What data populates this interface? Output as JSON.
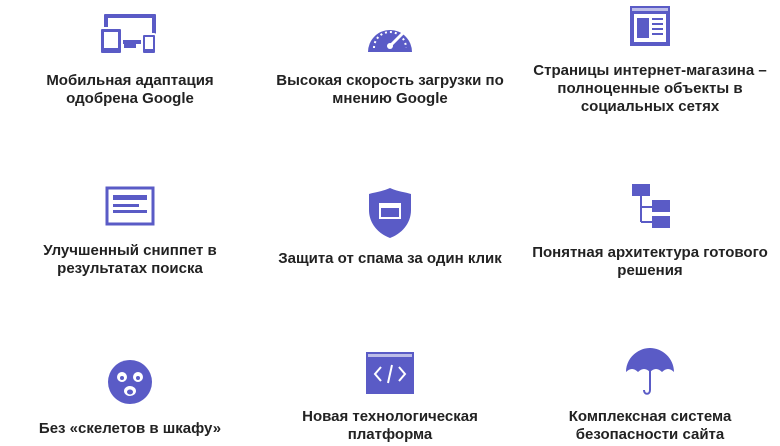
{
  "colors": {
    "accent": "#5a5bc6",
    "text": "#222222",
    "background": "#ffffff"
  },
  "features": [
    {
      "icon": "responsive-devices-icon",
      "label": "Мобильная адаптация одобрена Google"
    },
    {
      "icon": "speedometer-icon",
      "label": "Высокая скорость загрузки по мнению Google"
    },
    {
      "icon": "webpage-layout-icon",
      "label": "Страницы интернет-магазина – полноценные объекты в социальных сетях"
    },
    {
      "icon": "snippet-window-icon",
      "label": "Улучшенный сниппет в результатах поиска"
    },
    {
      "icon": "shield-icon",
      "label": "Защита от спама за один клик"
    },
    {
      "icon": "tree-structure-icon",
      "label": "Понятная архитектура готового решения"
    },
    {
      "icon": "surprised-face-icon",
      "label": "Без «скелетов в шкафу»"
    },
    {
      "icon": "code-window-icon",
      "label": "Новая технологическая платформа"
    },
    {
      "icon": "umbrella-icon",
      "label": "Комплексная система безопасности сайта"
    }
  ]
}
